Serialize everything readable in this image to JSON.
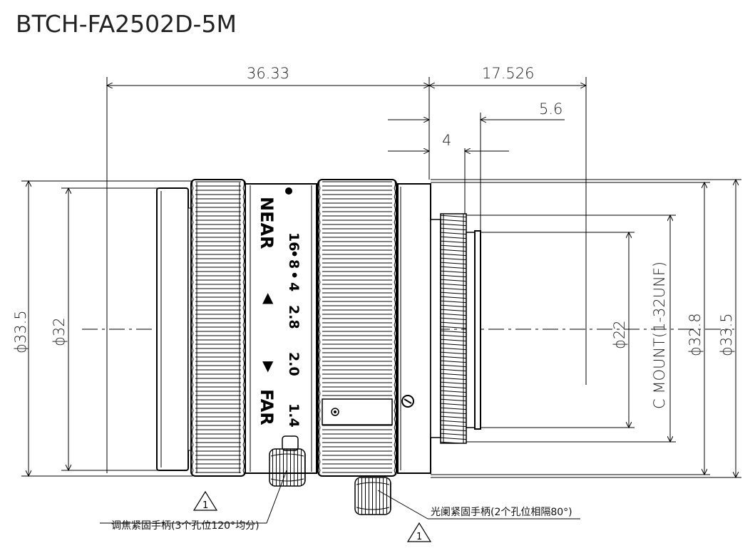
{
  "title": "BTCH-FA2502D-5M",
  "dimensions": {
    "total_length": "36.33",
    "rear_length": "17.526",
    "flange_offset": "5.6",
    "thread_offset": "4",
    "front_diameter": "ϕ33.5",
    "front_inner_diameter": "ϕ32",
    "rear_diameter": "ϕ33.5",
    "mount_diameter": "ϕ32.8",
    "inner_rear_diameter": "ϕ22",
    "mount_label": "C MOUNT(1-32UNF)"
  },
  "lens_markings": {
    "near": "NEAR",
    "far": "FAR",
    "aperture_1": "16",
    "aperture_2": "8",
    "aperture_3": "4",
    "aperture_4": "2.8",
    "aperture_5": "2.0",
    "aperture_6": "1.4",
    "dot": "•",
    "arrow_up": "▲",
    "arrow_down": "▼"
  },
  "callouts": {
    "focus_screw": "调焦紧固手柄(3个孔位120°均分)",
    "iris_screw": "光阑紧固手柄(2个孔位相隔80°)",
    "note_number": "1"
  }
}
